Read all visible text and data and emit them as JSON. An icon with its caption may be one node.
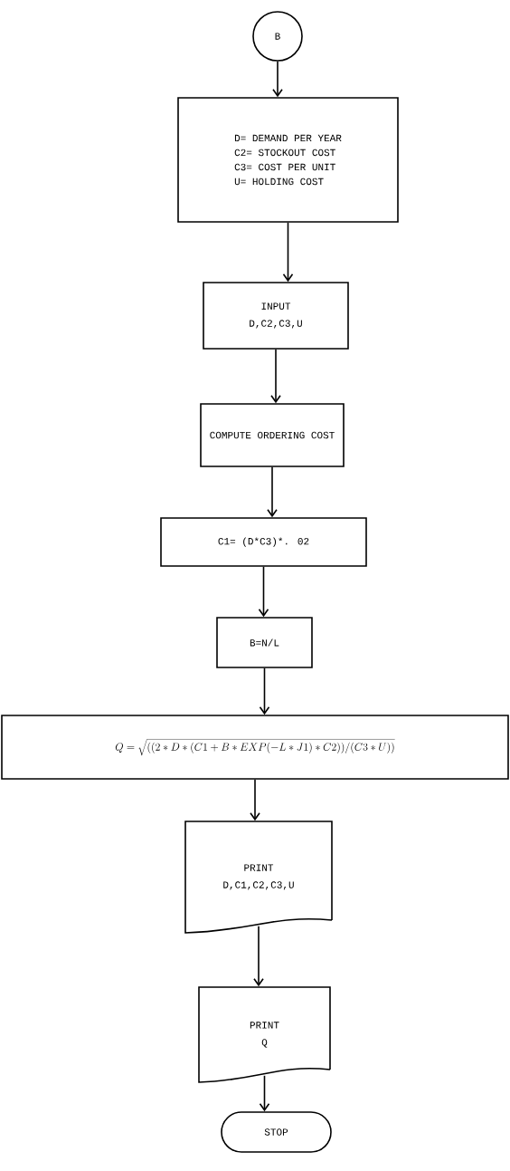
{
  "diagram": {
    "nodes": [
      {
        "text": [
          "B"
        ]
      },
      {
        "text": [
          "D= DEMAND PER YEAR",
          "C2= STOCKOUT COST",
          "C3= COST PER UNIT",
          "U= HOLDING COST"
        ]
      },
      {
        "text": [
          "INPUT",
          "D,C2,C3,U"
        ]
      },
      {
        "text": [
          "COMPUTE ORDERING COST"
        ]
      },
      {
        "text": [
          "C1= (D*C3)*. 02"
        ]
      },
      {
        "text": [
          "B=N/L"
        ]
      },
      {
        "text": [
          "Q = \\sqrt{((2*D*(C1+B*EXP(-L*J1)*C2)) /(C3*U))}"
        ]
      },
      {
        "text": [
          "PRINT",
          "D,C1,C2,C3,U"
        ]
      },
      {
        "text": [
          "PRINT",
          "Q"
        ]
      },
      {
        "text": [
          "STOP"
        ]
      }
    ],
    "edges": [
      {
        "from": 0,
        "to": 1,
        "arrow": "to"
      },
      {
        "from": 1,
        "to": 2,
        "arrow": "to"
      },
      {
        "from": 2,
        "to": 3,
        "arrow": "to"
      },
      {
        "from": 3,
        "to": 4,
        "arrow": "to"
      },
      {
        "from": 4,
        "to": 5,
        "arrow": "to"
      },
      {
        "from": 5,
        "to": 6,
        "arrow": "to"
      },
      {
        "from": 6,
        "to": 7,
        "arrow": "to"
      },
      {
        "from": 7,
        "to": 8,
        "arrow": "to"
      },
      {
        "from": 8,
        "to": 9,
        "arrow": "to"
      }
    ]
  }
}
